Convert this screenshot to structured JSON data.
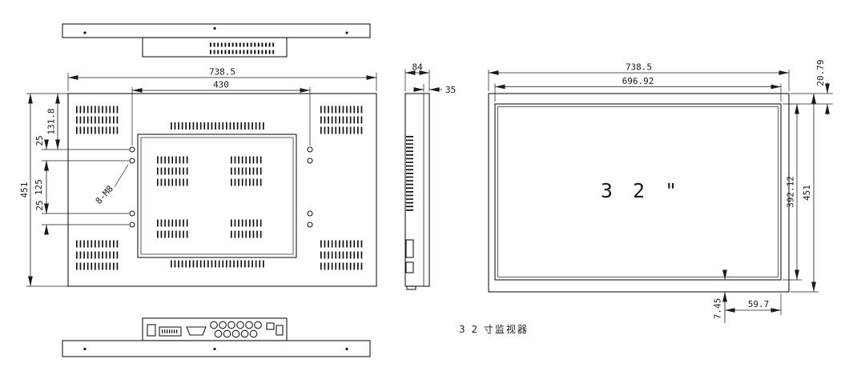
{
  "caption": "3 2 寸监视器",
  "rear_view": {
    "dim_width_overall": "738.5",
    "dim_hole_span": "430",
    "dim_height_overall": "451",
    "dim_top_to_hole": "131.8",
    "dim_hole_gap_upper": "25",
    "dim_hole_gap_middle": "125",
    "dim_hole_gap_lower": "25",
    "label_mounting_holes": "8-M8"
  },
  "side_view": {
    "dim_depth_overall": "84",
    "dim_bezel_depth": "35"
  },
  "front_view": {
    "dim_width_overall": "738.5",
    "dim_screen_width": "696.92",
    "dim_bezel_top": "20.79",
    "dim_screen_height": "392.12",
    "dim_height_overall": "451",
    "dim_bezel_bottom": "7.45",
    "dim_corner_offset": "59.7",
    "label_screen_size": "3 2 \""
  }
}
